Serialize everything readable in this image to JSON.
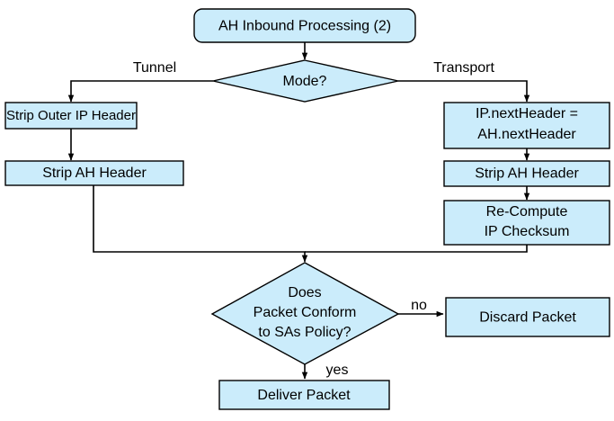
{
  "diagram": {
    "title": "AH Inbound Processing (2)",
    "type": "flowchart",
    "palette": {
      "node_fill": "#cbecfb",
      "node_stroke": "#000000",
      "background": "#ffffff",
      "text": "#000000"
    },
    "nodes": [
      {
        "id": "start",
        "shape": "rounded-rectangle",
        "label": "AH Inbound Processing (2)",
        "lines": [
          "AH Inbound Processing (2)"
        ]
      },
      {
        "id": "mode",
        "shape": "diamond",
        "label": "Mode?",
        "lines": [
          "Mode?"
        ]
      },
      {
        "id": "strip-outer-ip",
        "shape": "rectangle",
        "label": "Strip Outer IP Header",
        "lines": [
          "Strip Outer IP Header"
        ]
      },
      {
        "id": "strip-ah-tunnel",
        "shape": "rectangle",
        "label": "Strip AH Header",
        "lines": [
          "Strip AH Header"
        ]
      },
      {
        "id": "next-header",
        "shape": "rectangle",
        "label": "IP.nextHeader = AH.nextHeader",
        "lines": [
          "IP.nextHeader =",
          "AH.nextHeader"
        ]
      },
      {
        "id": "strip-ah-transport",
        "shape": "rectangle",
        "label": "Strip AH Header",
        "lines": [
          "Strip AH Header"
        ]
      },
      {
        "id": "recompute-checksum",
        "shape": "rectangle",
        "label": "Re-Compute IP Checksum",
        "lines": [
          "Re-Compute",
          "IP Checksum"
        ]
      },
      {
        "id": "conform",
        "shape": "diamond",
        "label": "Does Packet Conform to SAs Policy?",
        "lines": [
          "Does",
          "Packet Conform",
          "to SAs Policy?"
        ]
      },
      {
        "id": "discard",
        "shape": "rectangle",
        "label": "Discard Packet",
        "lines": [
          "Discard Packet"
        ]
      },
      {
        "id": "deliver",
        "shape": "rectangle",
        "label": "Deliver Packet",
        "lines": [
          "Deliver Packet"
        ]
      }
    ],
    "edge_labels": {
      "tunnel": "Tunnel",
      "transport": "Transport",
      "no": "no",
      "yes": "yes"
    },
    "edges": [
      {
        "from": "start",
        "to": "mode",
        "label": ""
      },
      {
        "from": "mode",
        "to": "strip-outer-ip",
        "label": "Tunnel"
      },
      {
        "from": "mode",
        "to": "next-header",
        "label": "Transport"
      },
      {
        "from": "strip-outer-ip",
        "to": "strip-ah-tunnel",
        "label": ""
      },
      {
        "from": "next-header",
        "to": "strip-ah-transport",
        "label": ""
      },
      {
        "from": "strip-ah-transport",
        "to": "recompute-checksum",
        "label": ""
      },
      {
        "from": "strip-ah-tunnel",
        "to": "conform",
        "label": ""
      },
      {
        "from": "recompute-checksum",
        "to": "conform",
        "label": ""
      },
      {
        "from": "conform",
        "to": "discard",
        "label": "no"
      },
      {
        "from": "conform",
        "to": "deliver",
        "label": "yes"
      }
    ]
  }
}
